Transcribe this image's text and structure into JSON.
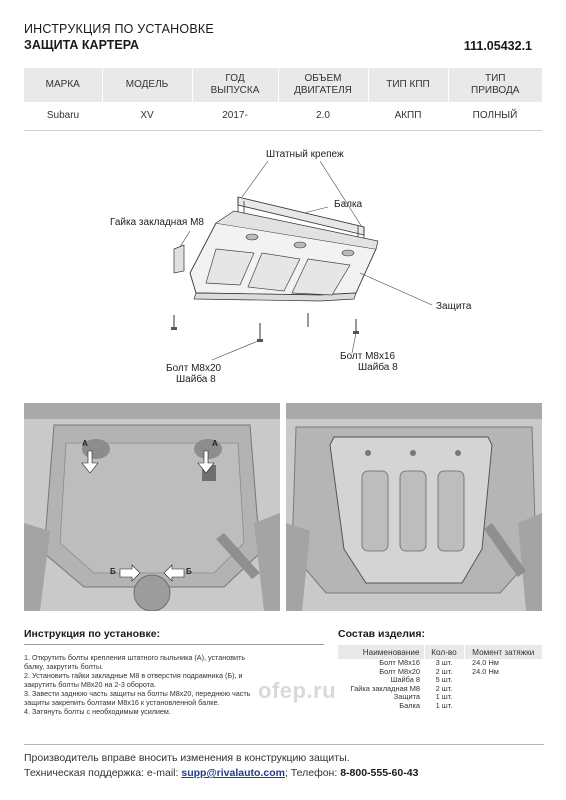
{
  "header": {
    "line1": "ИНСТРУКЦИЯ ПО УСТАНОВКЕ",
    "line2": "ЗАЩИТА КАРТЕРА",
    "code": "111.05432.1"
  },
  "spec_table": {
    "headers": [
      "МАРКА",
      "МОДЕЛЬ",
      "ГОД\nВЫПУСКА",
      "ОБЪЕМ\nДВИГАТЕЛЯ",
      "ТИП КПП",
      "ТИП\nПРИВОДА"
    ],
    "row": [
      "Subaru",
      "XV",
      "2017-",
      "2.0",
      "АКПП",
      "ПОЛНЫЙ"
    ]
  },
  "diagram_labels": {
    "stock_mount": "Штатный крепеж",
    "beam": "Балка",
    "nut": "Гайка закладная М8",
    "guard": "Защита",
    "bolt_left": "Болт М8х20",
    "washer_left": "Шайба 8",
    "bolt_right": "Болт М8х16",
    "washer_right": "Шайба 8"
  },
  "photo_markers": {
    "a": "А",
    "b": "Б"
  },
  "instructions": {
    "title": "Инструкция по установке:",
    "steps": [
      "1. Открутить болты крепления штатного пыльника (А), установить",
      "балку, закрутить болты.",
      "2. Установить гайки закладные М8 в отверстия подрамника (Б), и",
      "закрутить болты М8х20 на 2-3 оборота.",
      "3. Завести заднюю часть защиты на болты М8х20, переднюю часть",
      "защиты закрепить болтами М8х16 к установленной балке.",
      "4. Затянуть болты с необходимым усилием."
    ]
  },
  "watermark": "ofep.ru",
  "kit": {
    "title": "Состав изделия:",
    "headers": [
      "Наименование",
      "Кол-во",
      "Момент затяжки"
    ],
    "rows": [
      {
        "name": "Болт М8х16",
        "qty": "3 шт.",
        "torque": "24.0 Нм"
      },
      {
        "name": "Болт М8х20",
        "qty": "2 шт.",
        "torque": "24.0 Нм"
      },
      {
        "name": "Шайба 8",
        "qty": "5 шт.",
        "torque": ""
      },
      {
        "name": "Гайка закладная М8",
        "qty": "2 шт.",
        "torque": ""
      },
      {
        "name": "Защита",
        "qty": "1 шт.",
        "torque": ""
      },
      {
        "name": "Балка",
        "qty": "1 шт.",
        "torque": ""
      }
    ]
  },
  "footer": {
    "line1": "Производитель вправе вносить изменения в конструкцию защиты.",
    "support_label": "Техническая поддержка:  e-mail: ",
    "email": "supp@rivalauto.com",
    "phone_label": "; Телефон: ",
    "phone": "8-800-555-60-43"
  },
  "colors": {
    "table_header_bg": "#e9e9e9",
    "email_color": "#1f3b8f",
    "photo_bg": "#cfcfcf"
  }
}
